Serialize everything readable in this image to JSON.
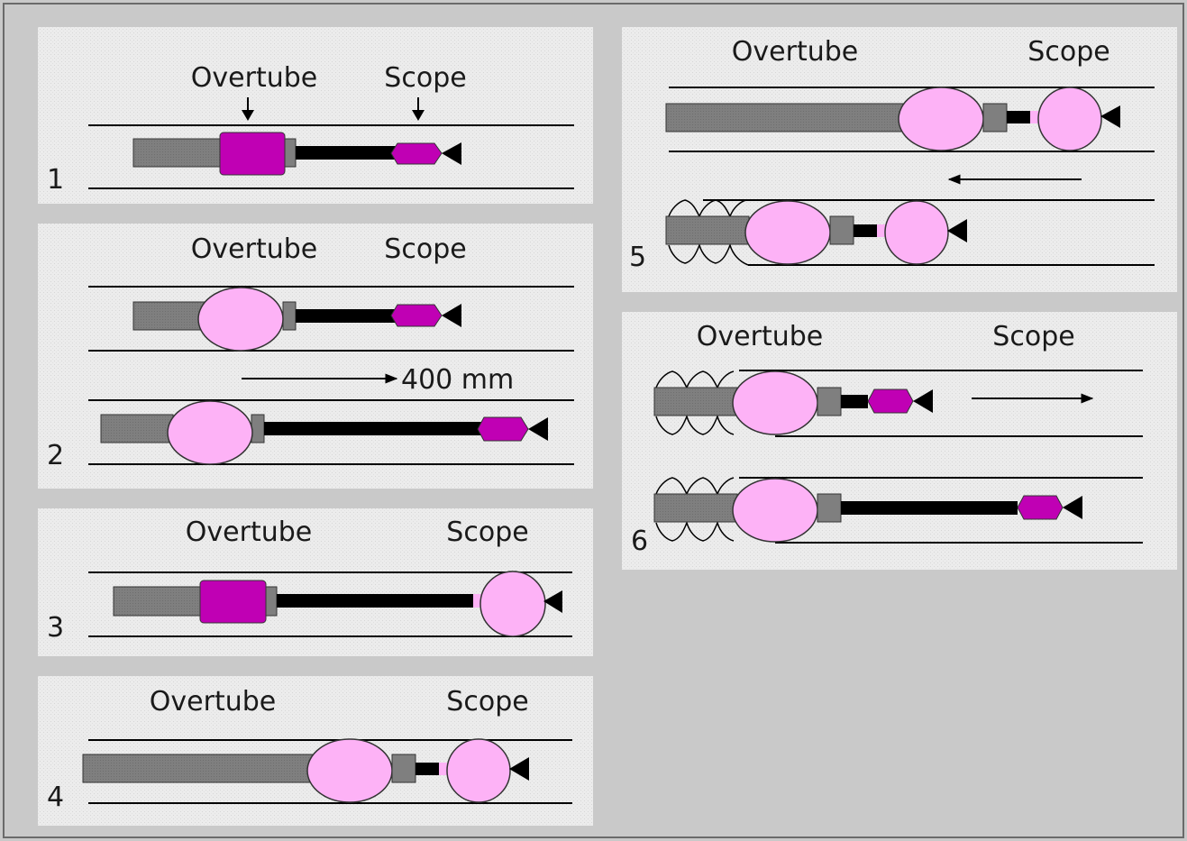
{
  "labels": {
    "overtube": "Overtube",
    "scope": "Scope",
    "distance": "400 mm"
  },
  "panels": [
    {
      "number": "1"
    },
    {
      "number": "2"
    },
    {
      "number": "3"
    },
    {
      "number": "4"
    },
    {
      "number": "5"
    },
    {
      "number": "6"
    }
  ],
  "colors": {
    "balloon_deflated": "#c000b4",
    "balloon_inflated": "#fdb2f6",
    "tube": "#7f7f7f",
    "scope_shaft": "#000000",
    "panel_background": "#ececec",
    "page_background": "#c9c9c9"
  }
}
